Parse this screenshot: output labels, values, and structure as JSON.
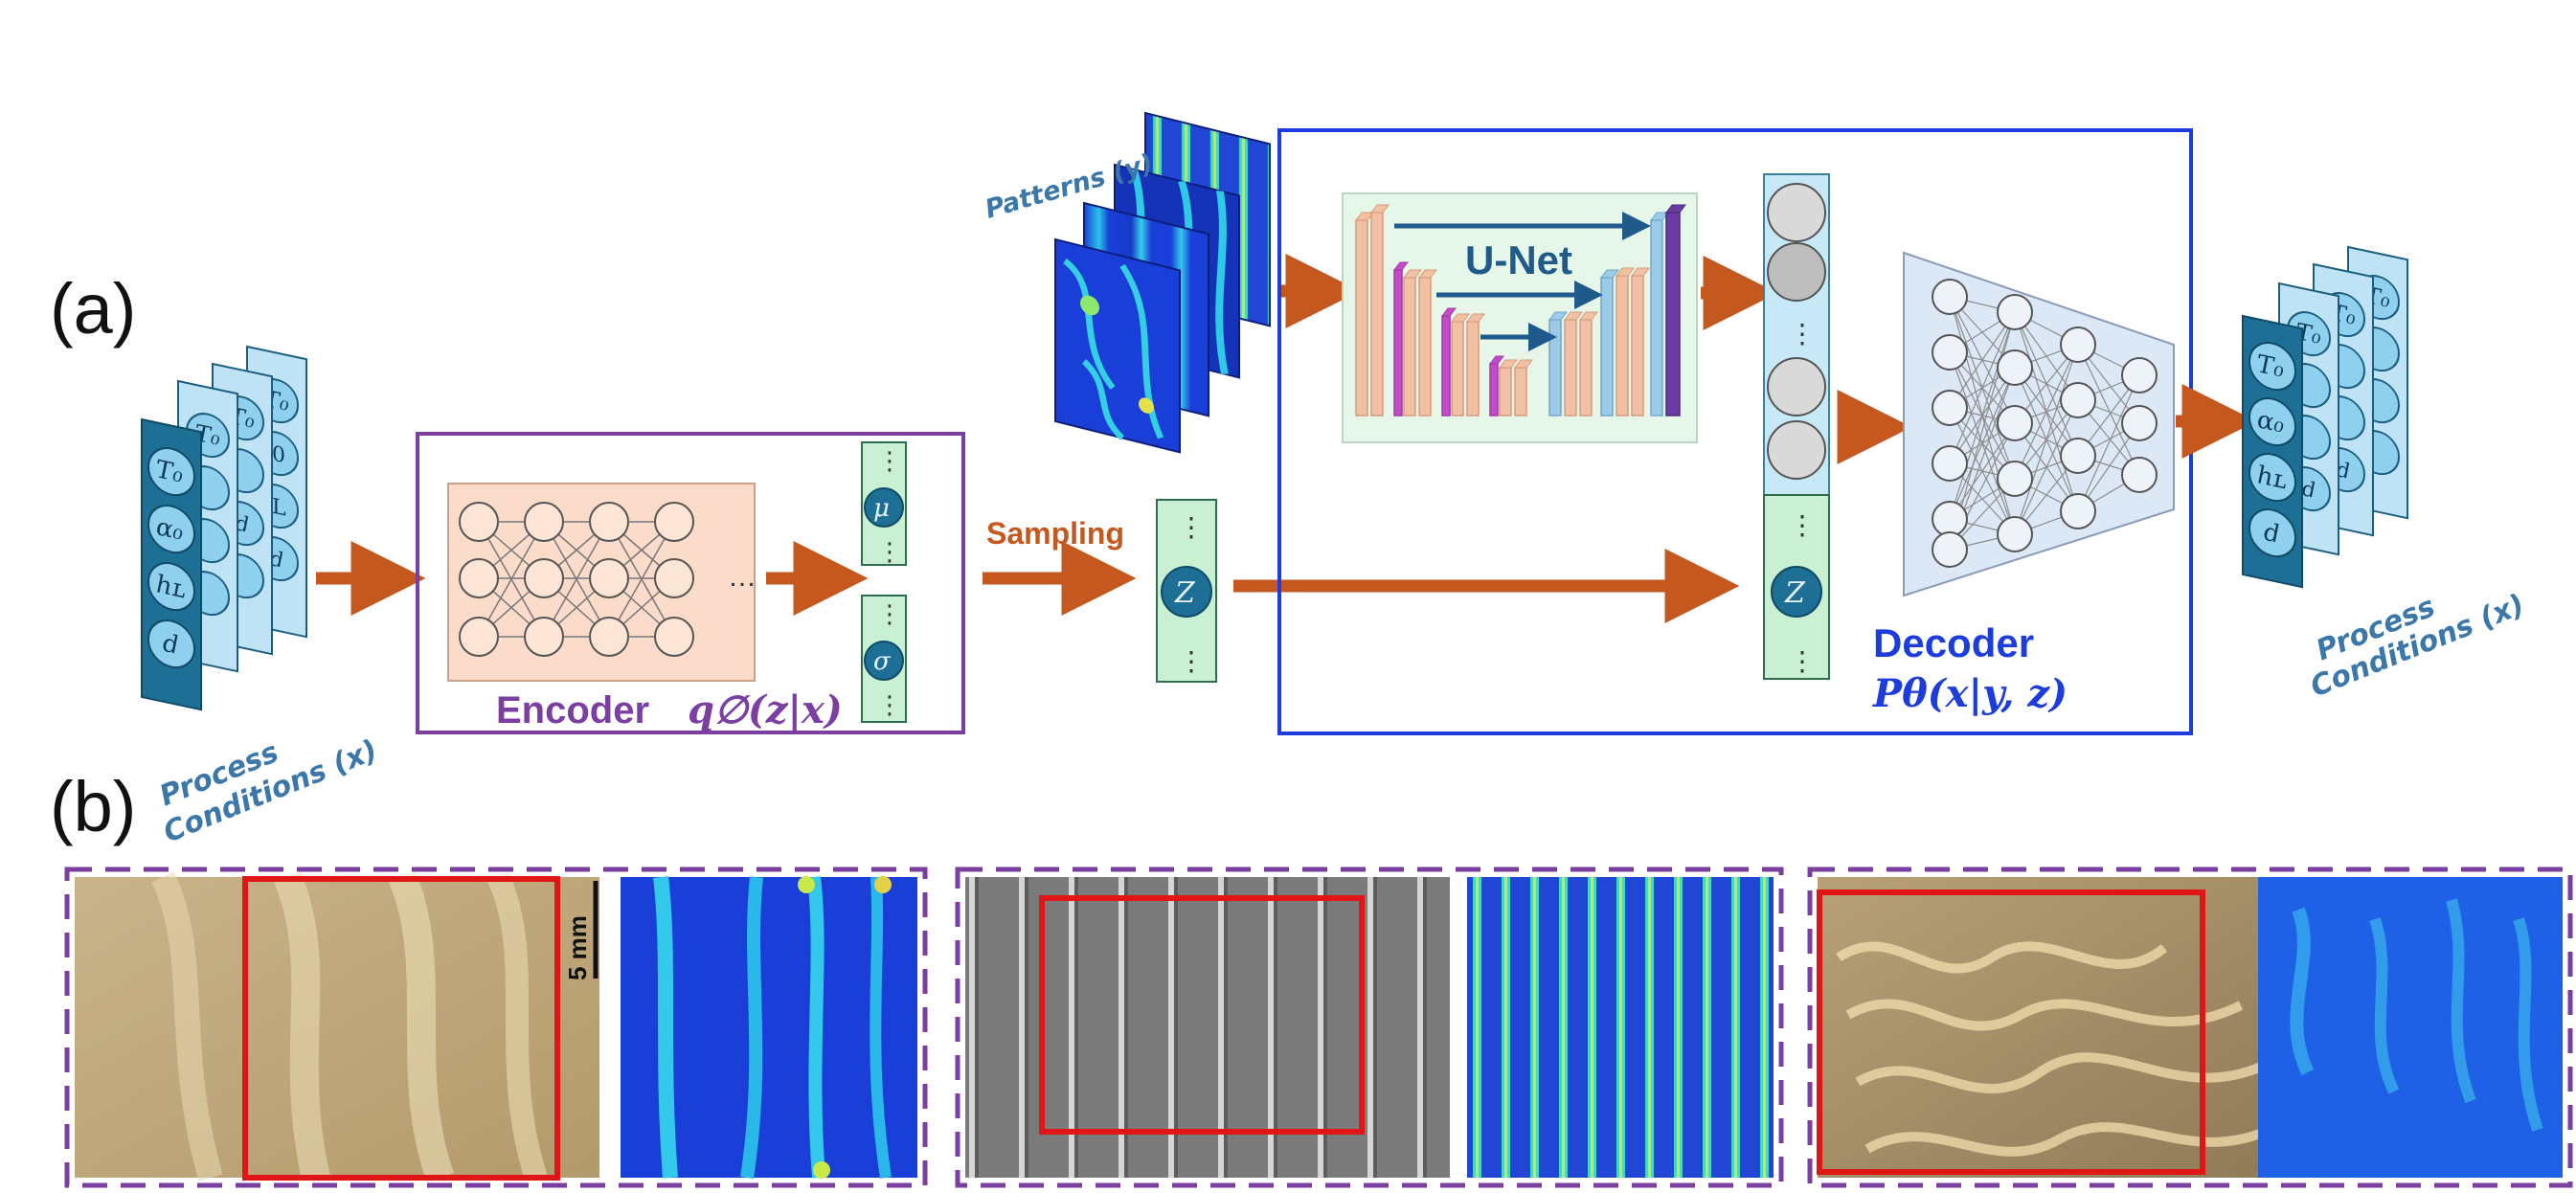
{
  "panels": {
    "a": "(a)",
    "b": "(b)"
  },
  "labels": {
    "process": "Process",
    "conditions": "Conditions (x)",
    "patterns": "Patterns (y)",
    "sampling": "Sampling",
    "unet": "U-Net",
    "encoder_word": "Encoder",
    "encoder_formula": "q∅(z|x)",
    "decoder_word": "Decoder",
    "decoder_formula": "Pθ(x|y, z)",
    "scale": "5 mm",
    "mu": "μ",
    "sigma": "σ",
    "z": "Z",
    "dots": "⋮",
    "hdots": "…"
  },
  "process_params": [
    "T₀",
    "α₀",
    "hʟ",
    "d"
  ],
  "process_params_back": [
    "T₀",
    "0",
    "L",
    "d"
  ],
  "colors": {
    "arrow": "#c4581e",
    "encoder_border": "#7a3fa0",
    "decoder_border": "#1c3cdc",
    "encoder_text": "#7a3fa0",
    "decoder_text": "#1c3cdc",
    "unet_text": "#1f5a8a",
    "param_dark": "#1e6f96",
    "param_light": "#bfe3f5",
    "param_frame": "#1b5f80",
    "latent_green": "#c9f0d2",
    "latent_blue": "#c7e9f7",
    "dashed_border": "#7a3fa0",
    "crop_red": "#e01515",
    "label_blue_italic": "#3b77a8"
  },
  "icons": {
    "neural_net": "neural-network-icon",
    "unet": "unet-architecture-icon",
    "pattern_stack": "pattern-image-stack"
  }
}
